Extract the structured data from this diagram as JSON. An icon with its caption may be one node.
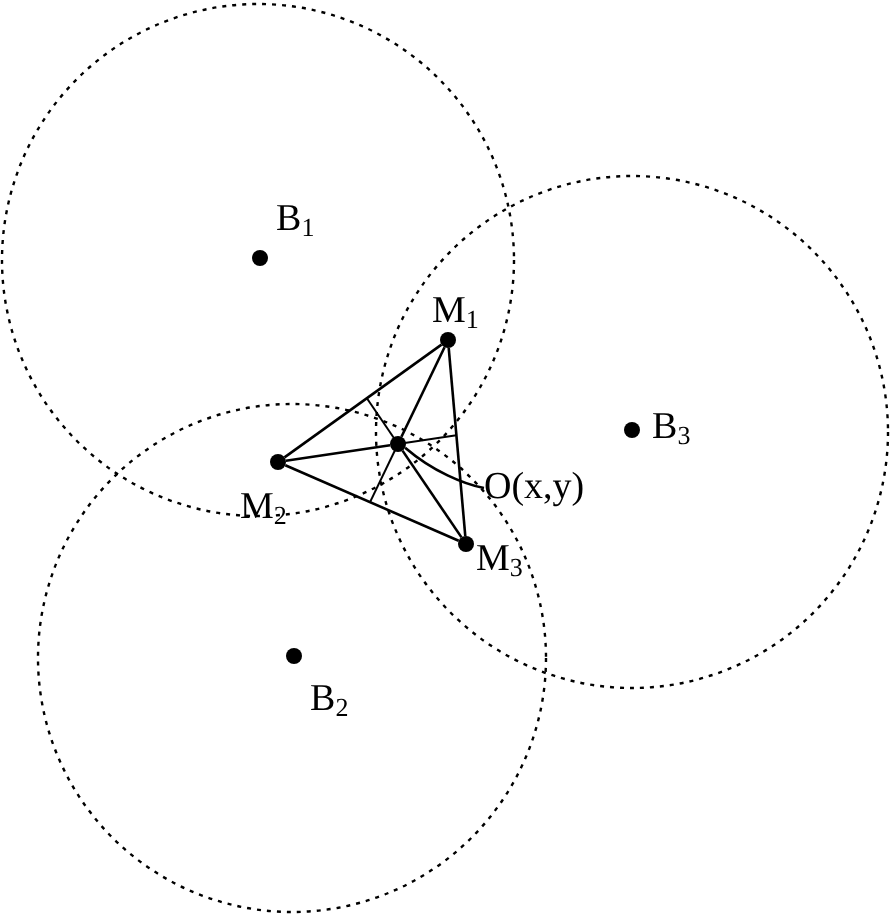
{
  "diagram": {
    "nodes": [
      {
        "text": [],
        "shape": "circle",
        "beside": [
          "B$_{1}$"
        ]
      },
      {
        "text": [],
        "shape": "circle",
        "beside": [
          "M$_{1}$"
        ]
      },
      {
        "text": [],
        "shape": "circle",
        "beside": [
          "B$_{3}$"
        ]
      },
      {
        "text": [],
        "shape": "circle",
        "beside": [
          "M$_{2}$"
        ]
      },
      {
        "text": [],
        "shape": "circle"
      },
      {
        "text": [
          "O(x,y)"
        ]
      },
      {
        "text": [],
        "shape": "circle",
        "beside": [
          "M$_{3}$"
        ]
      },
      {
        "text": [],
        "shape": "circle",
        "beside": [
          "B$_{2}$"
        ]
      }
    ],
    "edges": [
      {
        "from": 1,
        "to": 3,
        "arrow": "none"
      },
      {
        "from": 3,
        "to": 6,
        "arrow": "none"
      },
      {
        "from": 6,
        "to": 1,
        "arrow": "none"
      },
      {
        "from": 1,
        "to": 4,
        "arrow": "none"
      },
      {
        "from": 3,
        "to": 4,
        "arrow": "none"
      },
      {
        "from": 6,
        "to": 4,
        "arrow": "none"
      },
      {
        "from": 5,
        "to": 4,
        "arrow": "none"
      }
    ]
  }
}
